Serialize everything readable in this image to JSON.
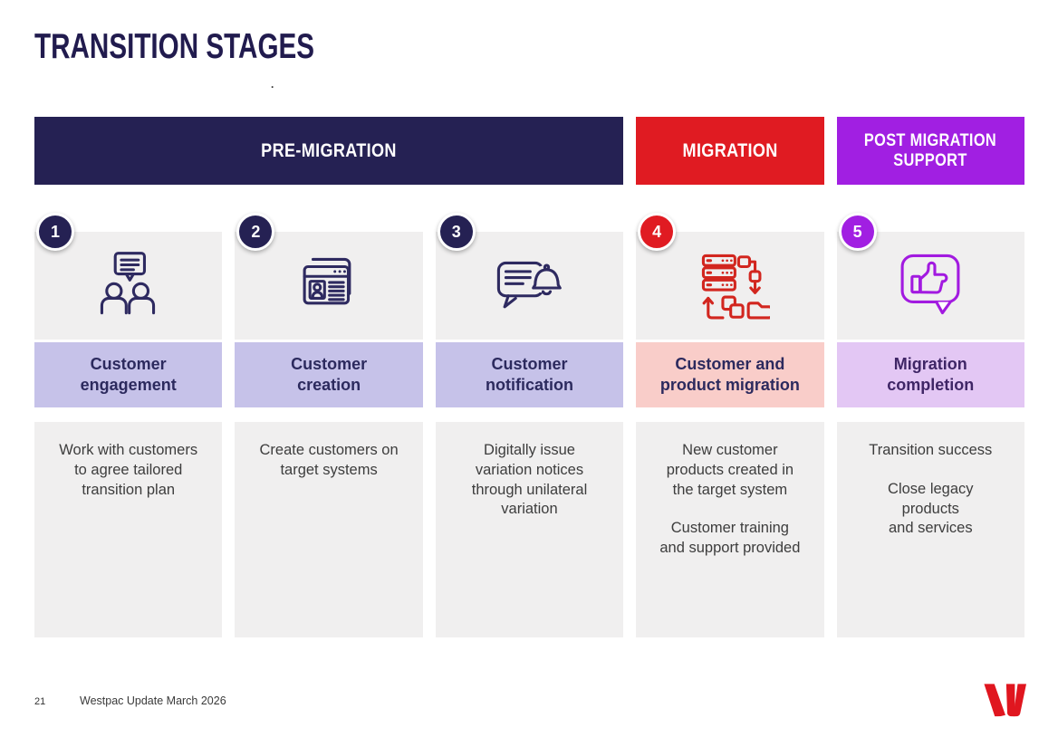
{
  "slide": {
    "title": "TRANSITION STAGES",
    "stray_mark": ".",
    "page_number": "21",
    "footer_text": "Westpac Update March 2026",
    "logo": "westpac-logo"
  },
  "colors": {
    "navy": "#252153",
    "red": "#e01b22",
    "purple": "#a11fe2",
    "lavender_label": "#c6c2e9",
    "pink_label": "#f9cdc9",
    "violet_label": "#e3c7f4",
    "box_gray": "#f0efef",
    "title_navy": "#211b4e",
    "body_text": "#3d3d3d"
  },
  "phases": [
    {
      "label": "PRE-MIGRATION"
    },
    {
      "label": "MIGRATION"
    },
    {
      "label": "POST MIGRATION\nSUPPORT"
    }
  ],
  "stages": [
    {
      "number": "1",
      "icon": "customer-discussion-icon",
      "label": "Customer\nengagement",
      "paragraphs": [
        "Work with customers\nto agree tailored\ntransition plan"
      ]
    },
    {
      "number": "2",
      "icon": "profile-window-icon",
      "label": "Customer\ncreation",
      "paragraphs": [
        "Create customers on\ntarget systems"
      ]
    },
    {
      "number": "3",
      "icon": "notification-message-icon",
      "label": "Customer\nnotification",
      "paragraphs": [
        "Digitally issue\nvariation notices\nthrough unilateral\nvariation"
      ]
    },
    {
      "number": "4",
      "icon": "data-migration-icon",
      "label": "Customer and\nproduct migration",
      "paragraphs": [
        "New customer\nproducts created in\nthe target system",
        "Customer training\nand support provided"
      ]
    },
    {
      "number": "5",
      "icon": "thumbs-up-message-icon",
      "label": "Migration\ncompletion",
      "paragraphs": [
        "Transition success",
        "Close legacy\nproducts\nand services"
      ]
    }
  ]
}
